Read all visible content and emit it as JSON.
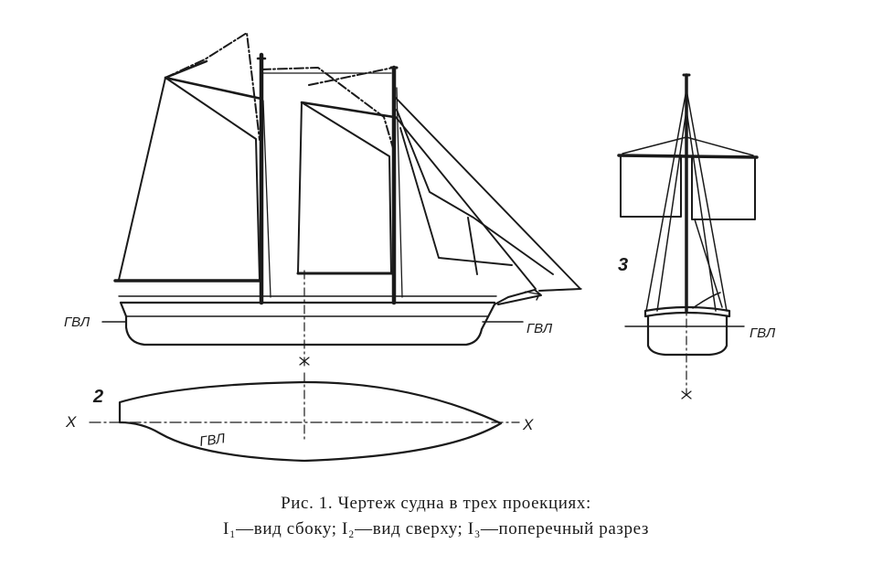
{
  "labels": {
    "view2_number": "2",
    "view3_number": "3",
    "waterline_left": "ГВЛ",
    "waterline_right": "ГВЛ",
    "waterline_plan": "ГВЛ",
    "waterline_section": "ГВЛ",
    "axis_left": "X",
    "axis_right": "X"
  },
  "caption": {
    "line1": "Рис. 1. Чертеж судна в трех проекциях:",
    "line2": "I₁—вид сбоку; I₂—вид сверху; I₃—поперечный разрез"
  },
  "colors": {
    "ink": "#1a1a1a",
    "paper": "#ffffff"
  }
}
